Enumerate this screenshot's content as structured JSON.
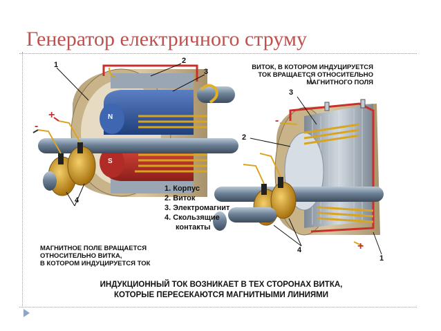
{
  "title": "Генератор електричного струму",
  "left_labels": {
    "n1": "1",
    "n2": "2",
    "n3": "3",
    "n4": "4",
    "plus": "+",
    "minus": "-",
    "pole_n": "N",
    "pole_s": "S"
  },
  "right_labels": {
    "n1": "1",
    "n2": "2",
    "n3": "3",
    "n4": "4",
    "plus": "+",
    "minus": "-"
  },
  "right_note": {
    "line1": "ВИТОК, В КОТОРОМ ИНДУЦИРУЕТСЯ",
    "line2": "ТОК ВРАЩАЕТСЯ ОТНОСИТЕЛЬНО",
    "line3": "МАГНИТНОГО ПОЛЯ"
  },
  "left_note": {
    "line1": "МАГНИТНОЕ ПОЛЕ ВРАЩАЕТСЯ",
    "line2": "ОТНОСИТЕЛЬНО ВИТКА,",
    "line3": "В КОТОРОМ ИНДУЦИРУЕТСЯ ТОК"
  },
  "legend": {
    "item1": "1. Корпус",
    "item2": "2. Виток",
    "item3": "3. Электромагнит",
    "item4": "4. Скользящие",
    "item4b": "контакты"
  },
  "caption": {
    "line1": "ИНДУКЦИОННЫЙ ТОК ВОЗНИКАЕТ В ТЕХ СТОРОНАХ ВИТКА,",
    "line2": "КОТОРЫЕ ПЕРЕСЕКАЮТСЯ МАГНИТНЫМИ ЛИНИЯМИ"
  },
  "colors": {
    "title": "#c0504d",
    "housing": "#c8b58a",
    "magnet_blue": "#2f5aa8",
    "magnet_red": "#c9302c",
    "coil_gold": "#e0b02a",
    "shaft": "#6b7f96",
    "stator_grey": "#a9b3bf"
  }
}
